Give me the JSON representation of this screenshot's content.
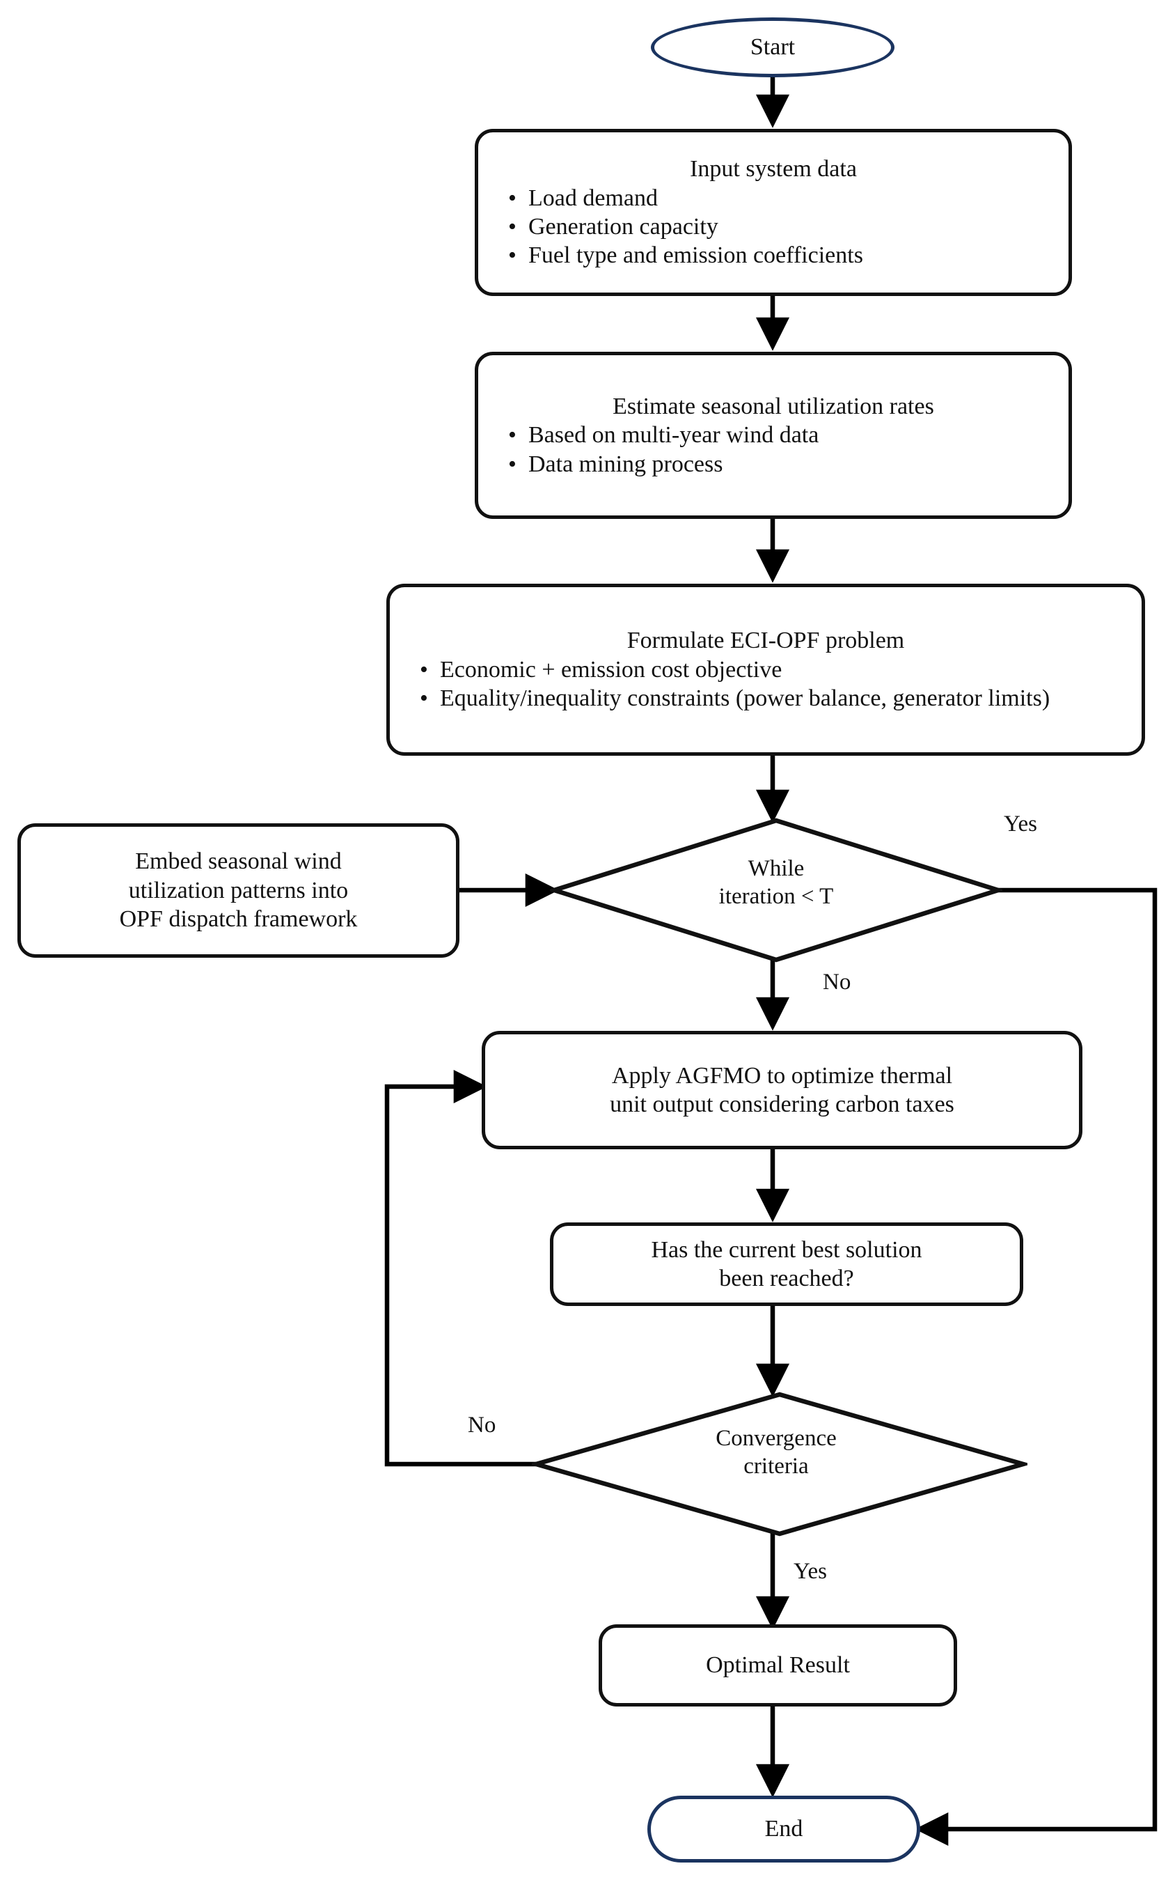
{
  "diagram": {
    "title": "ECI-OPF seasonal wind dispatch optimization flowchart",
    "colors": {
      "terminal_border": "#1b3460",
      "process_border": "#111111",
      "connector": "#000000",
      "background": "#ffffff"
    }
  },
  "nodes": {
    "start": {
      "label": "Start",
      "shape": "ellipse"
    },
    "input_data": {
      "heading": "Input system data",
      "bullets": [
        "Load demand",
        "Generation capacity",
        "Fuel type and emission coefficients"
      ],
      "shape": "rounded-rect"
    },
    "estimate_rates": {
      "heading": "Estimate seasonal utilization rates",
      "bullets": [
        "Based on multi-year wind data",
        "Data mining process"
      ],
      "shape": "rounded-rect"
    },
    "formulate": {
      "heading": "Formulate ECI-OPF problem",
      "bullets": [
        "Economic + emission cost objective",
        "Equality/inequality constraints (power balance, generator limits)"
      ],
      "shape": "rounded-rect"
    },
    "embed": {
      "lines": [
        "Embed seasonal wind",
        "utilization patterns into",
        "OPF dispatch framework"
      ],
      "shape": "rounded-rect"
    },
    "while_loop": {
      "line1": "While",
      "line2": "iteration < T",
      "shape": "diamond"
    },
    "apply_agfmo": {
      "line1": "Apply AGFMO to optimize thermal",
      "line2": "unit output considering carbon taxes",
      "shape": "rounded-rect"
    },
    "best_solution": {
      "line1": "Has the current best solution",
      "line2": "been reached?",
      "shape": "rounded-rect"
    },
    "convergence": {
      "line1": "Convergence",
      "line2": "criteria",
      "shape": "diamond"
    },
    "optimal_result": {
      "label": "Optimal Result",
      "shape": "rounded-rect"
    },
    "end": {
      "label": "End",
      "shape": "stadium"
    }
  },
  "edge_labels": {
    "while_yes": "Yes",
    "while_no": "No",
    "convergence_no": "No",
    "convergence_yes": "Yes"
  },
  "bullet_glyph": "•"
}
